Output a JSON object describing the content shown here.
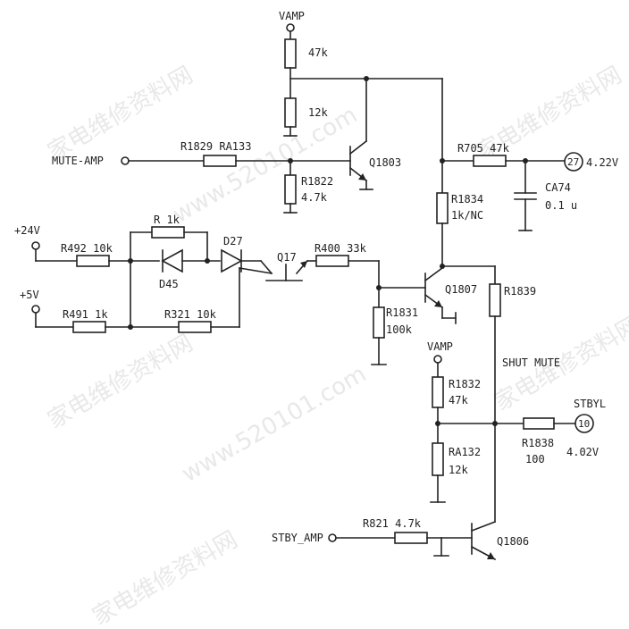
{
  "supplies": {
    "vamp_top": "VAMP",
    "vamp_mid": "VAMP",
    "p24v": "+24V",
    "p5v": "+5V"
  },
  "signals": {
    "mute_amp": "MUTE-AMP",
    "stby_amp": "STBY_AMP",
    "stbyl": "STBYL",
    "shut_mute": "SHUT MUTE"
  },
  "connectors": {
    "pin27": "27",
    "pin27_voltage": "4.22V",
    "pin10": "10",
    "pin10_voltage": "4.02V"
  },
  "resistors": {
    "r_top_47k": "47k",
    "r_top_12k": "12k",
    "r1829": "R1829 RA133",
    "r1822_name": "R1822",
    "r1822_value": "4.7k",
    "r705": "R705 47k",
    "r1834_name": "R1834",
    "r1834_value": "1k/NC",
    "r_1k": "R 1k",
    "r492": "R492 10k",
    "r491": "R491 1k",
    "r321": "R321 10k",
    "r400": "R400 33k",
    "r1831_name": "R1831",
    "r1831_value": "100k",
    "r1839": "R1839",
    "r1832_name": "R1832",
    "r1832_value": "47k",
    "ra132_name": "RA132",
    "ra132_value": "12k",
    "r1838_name": "R1838",
    "r1838_value": "100",
    "r821": "R821 4.7k"
  },
  "capacitors": {
    "ca74_name": "CA74",
    "ca74_value": "0.1 u"
  },
  "diodes": {
    "d45": "D45",
    "d27": "D27"
  },
  "transistors": {
    "q1803": "Q1803",
    "q17": "Q17",
    "q1807": "Q1807",
    "q1806": "Q1806"
  },
  "watermark": {
    "text_cn": "家电维修资料网",
    "text_url": "www.520101.com"
  }
}
